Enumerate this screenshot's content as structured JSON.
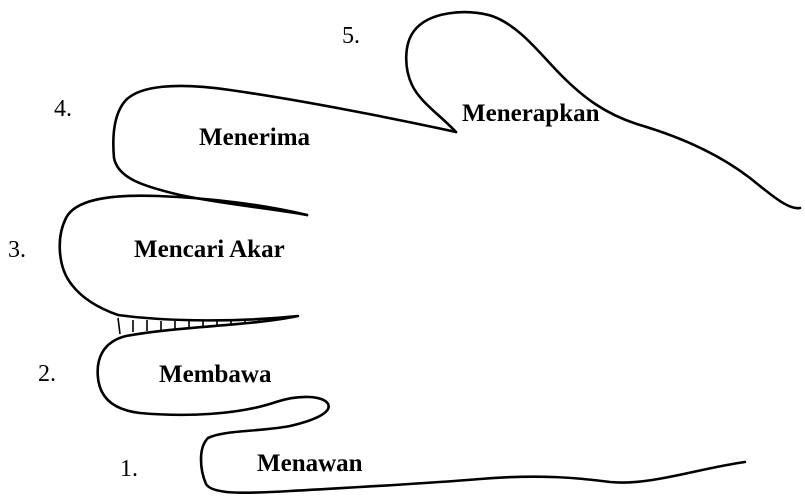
{
  "diagram": {
    "steps": [
      {
        "number": "1.",
        "label": "Menawan"
      },
      {
        "number": "2.",
        "label": "Membawa"
      },
      {
        "number": "3.",
        "label": "Mencari Akar"
      },
      {
        "number": "4.",
        "label": "Menerima"
      },
      {
        "number": "5.",
        "label": "Menerapkan"
      }
    ],
    "colors": {
      "outline": "#000000",
      "background": "#ffffff"
    }
  }
}
